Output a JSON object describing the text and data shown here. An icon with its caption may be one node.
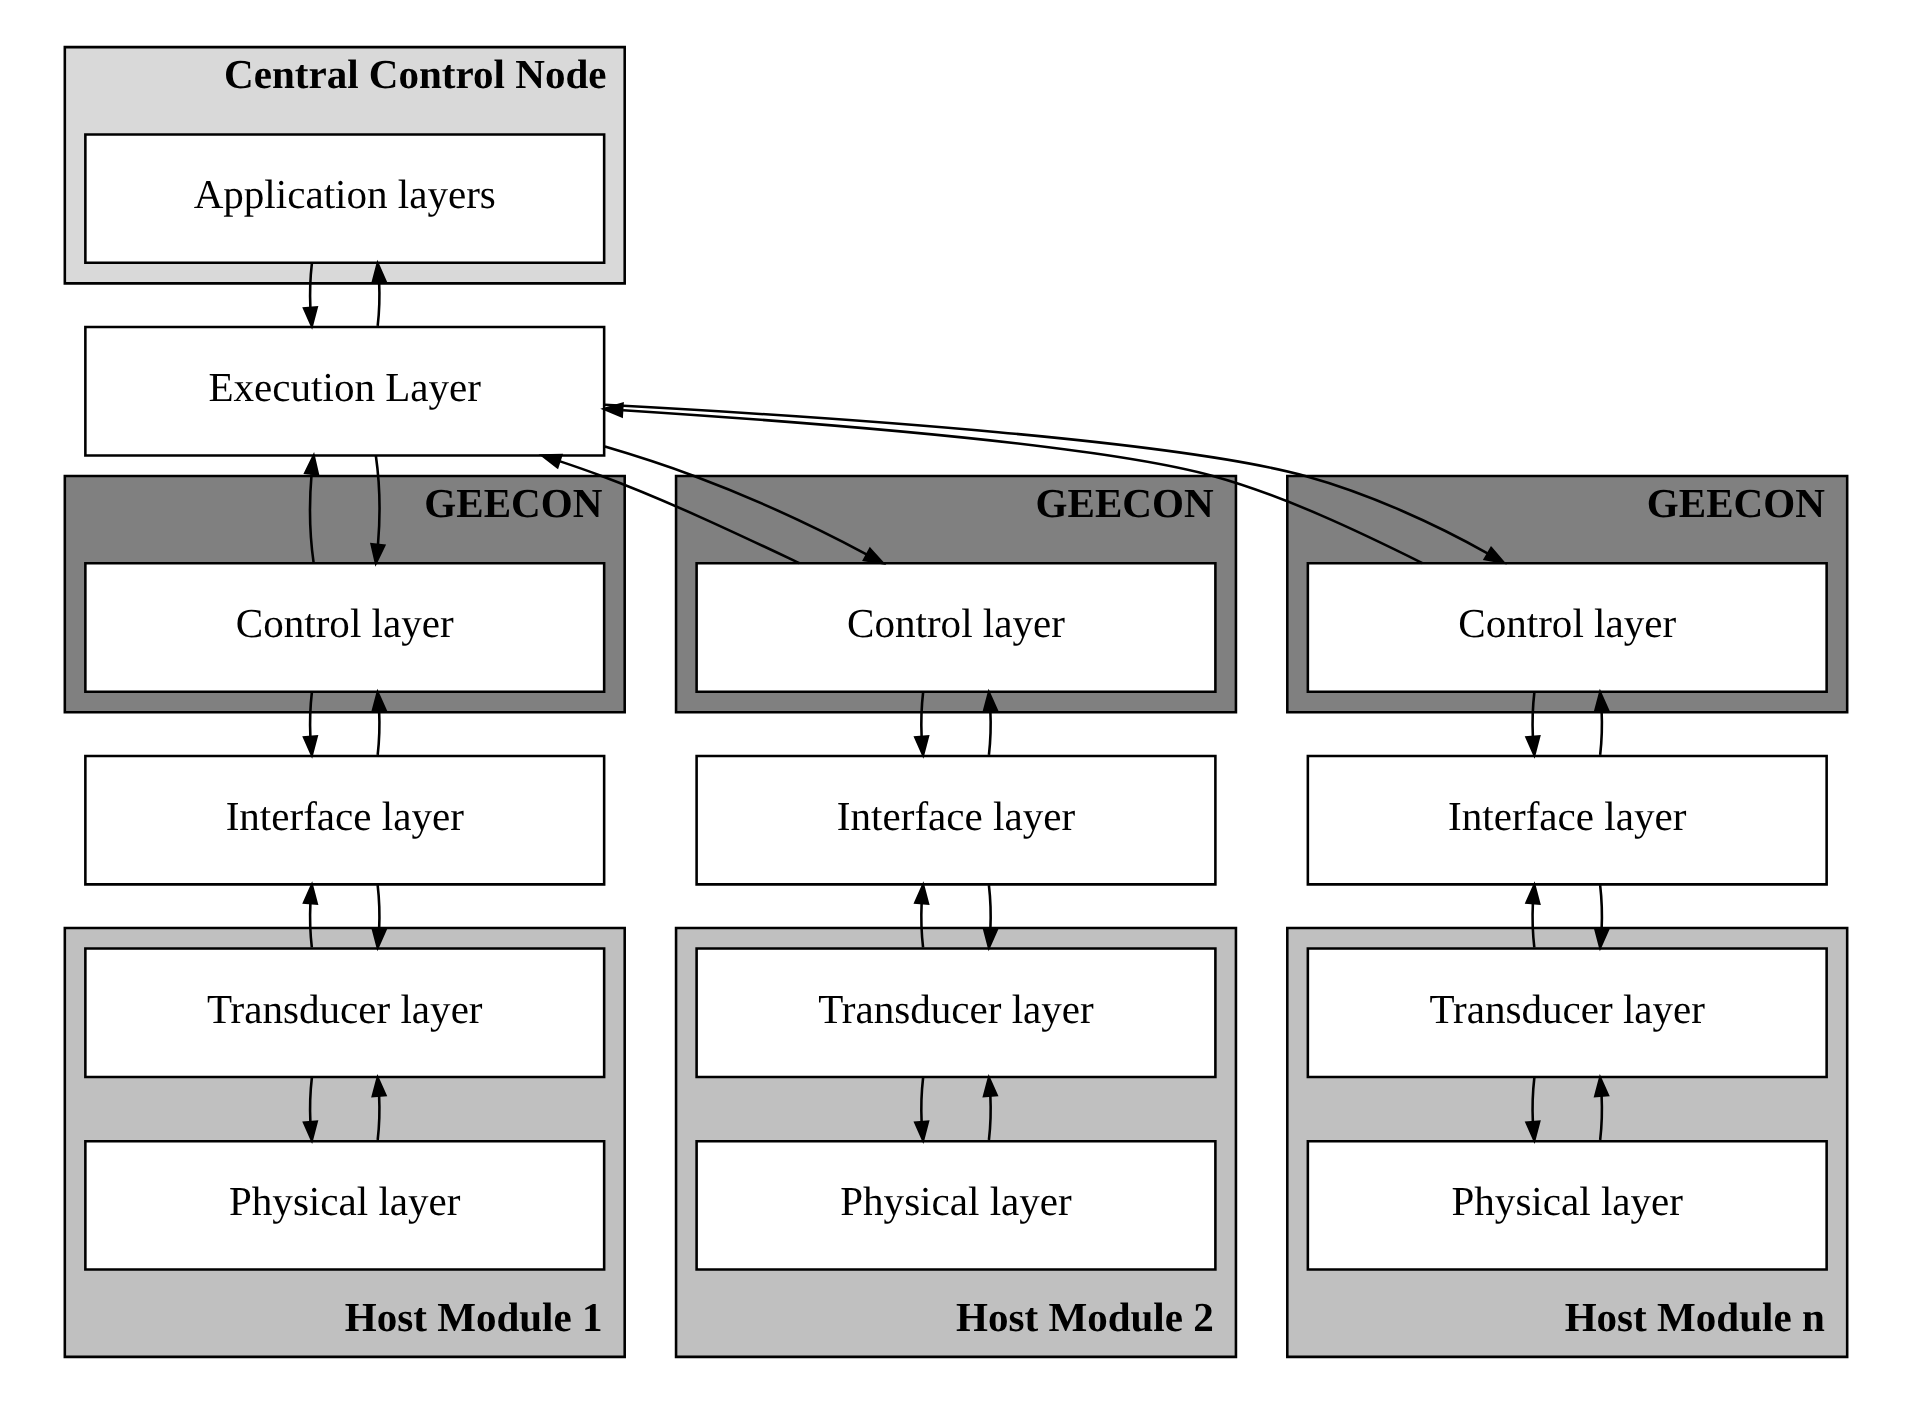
{
  "diagram": {
    "nodes": [
      {
        "text": [
          "Central Control Node"
        ]
      },
      {
        "text": [
          "Application layers"
        ],
        "in": 0
      },
      {
        "text": [
          "Execution Layer"
        ]
      },
      {
        "text": [
          "GEECON"
        ]
      },
      {
        "text": [
          "Control layer"
        ],
        "in": 3
      },
      {
        "text": [
          "Interface layer"
        ]
      },
      {
        "text": [
          "Host Module 1"
        ]
      },
      {
        "text": [
          "Transducer layer"
        ],
        "in": 6
      },
      {
        "text": [
          "Physical layer"
        ],
        "in": 6
      },
      {
        "text": [
          "GEECON"
        ]
      },
      {
        "text": [
          "Control layer"
        ],
        "in": 9
      },
      {
        "text": [
          "Interface layer"
        ]
      },
      {
        "text": [
          "Host Module 2"
        ]
      },
      {
        "text": [
          "Transducer layer"
        ],
        "in": 12
      },
      {
        "text": [
          "Physical layer"
        ],
        "in": 12
      },
      {
        "text": [
          "GEECON"
        ]
      },
      {
        "text": [
          "Control layer"
        ],
        "in": 15
      },
      {
        "text": [
          "Interface layer"
        ]
      },
      {
        "text": [
          "Host Module n"
        ]
      },
      {
        "text": [
          "Transducer layer"
        ],
        "in": 18
      },
      {
        "text": [
          "Physical layer"
        ],
        "in": 18
      }
    ],
    "edges": [
      {
        "from": 2,
        "to": 1,
        "arrow": "to"
      },
      {
        "from": 1,
        "to": 2,
        "arrow": "to"
      },
      {
        "from": 4,
        "to": 2,
        "arrow": "to"
      },
      {
        "from": 2,
        "to": 4,
        "arrow": "to"
      },
      {
        "from": 5,
        "to": 4,
        "arrow": "to"
      },
      {
        "from": 4,
        "to": 5,
        "arrow": "to"
      },
      {
        "from": 7,
        "to": 5,
        "arrow": "to"
      },
      {
        "from": 5,
        "to": 7,
        "arrow": "to"
      },
      {
        "from": 8,
        "to": 7,
        "arrow": "to"
      },
      {
        "from": 7,
        "to": 8,
        "arrow": "to"
      },
      {
        "from": 10,
        "to": 2,
        "arrow": "to"
      },
      {
        "from": 2,
        "to": 10,
        "arrow": "to"
      },
      {
        "from": 11,
        "to": 10,
        "arrow": "to"
      },
      {
        "from": 10,
        "to": 11,
        "arrow": "to"
      },
      {
        "from": 13,
        "to": 11,
        "arrow": "to"
      },
      {
        "from": 11,
        "to": 13,
        "arrow": "to"
      },
      {
        "from": 14,
        "to": 13,
        "arrow": "to"
      },
      {
        "from": 13,
        "to": 14,
        "arrow": "to"
      },
      {
        "from": 16,
        "to": 2,
        "arrow": "to"
      },
      {
        "from": 2,
        "to": 16,
        "arrow": "to"
      },
      {
        "from": 17,
        "to": 16,
        "arrow": "to"
      },
      {
        "from": 16,
        "to": 17,
        "arrow": "to"
      },
      {
        "from": 19,
        "to": 17,
        "arrow": "to"
      },
      {
        "from": 17,
        "to": 19,
        "arrow": "to"
      },
      {
        "from": 20,
        "to": 19,
        "arrow": "to"
      },
      {
        "from": 19,
        "to": 20,
        "arrow": "to"
      }
    ]
  }
}
